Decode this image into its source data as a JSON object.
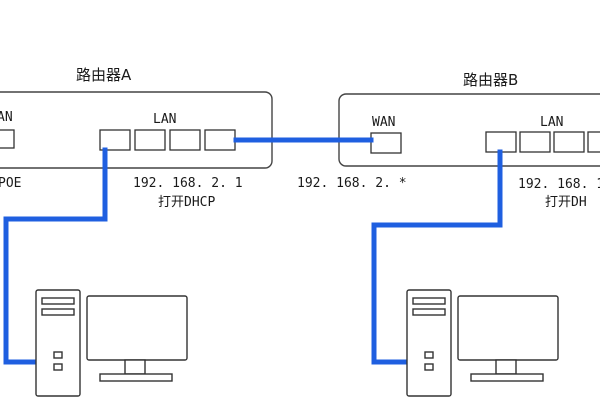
{
  "colors": {
    "cable": "#1f5fe0",
    "outline": "#444444",
    "background": "#ffffff"
  },
  "router_a": {
    "title": "路由器A",
    "wan_label": "AN",
    "lan_label": "LAN",
    "left_note": "POE",
    "ip": "192. 168. 2. 1",
    "dhcp": "打开DHCP"
  },
  "router_b": {
    "title": "路由器B",
    "wan_label": "WAN",
    "lan_label": "LAN",
    "ip": "192. 168. 1",
    "dhcp": "打开DH"
  },
  "link_ip": "192. 168. 2. *",
  "icons": [
    "router-icon",
    "desktop-computer-icon",
    "monitor-icon"
  ]
}
